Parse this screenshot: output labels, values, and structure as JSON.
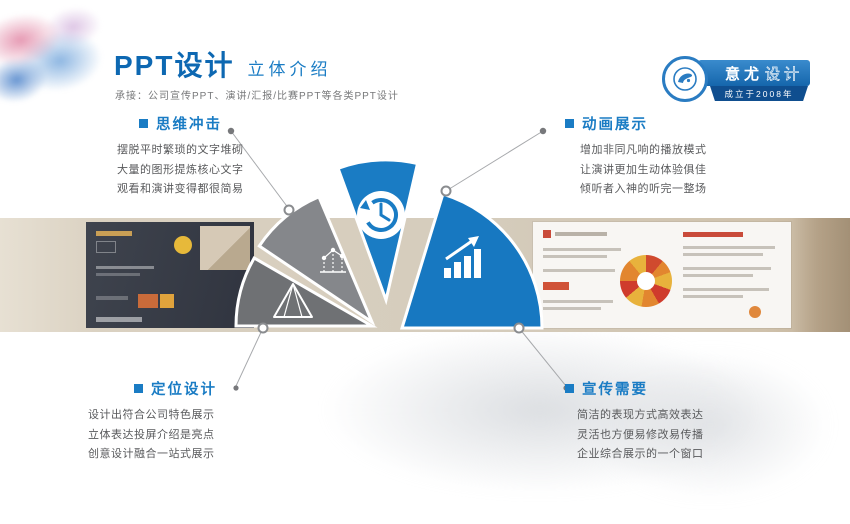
{
  "header": {
    "title": "PPT设计",
    "subtitle": "立体介绍",
    "tagline": "承接：公司宣传PPT、演讲/汇报/比赛PPT等各类PPT设计"
  },
  "badge": {
    "brand_bold": "意尤",
    "brand_light": "设计",
    "since": "成立于2008年"
  },
  "sections": [
    {
      "title": "思维冲击",
      "lines": [
        "摆脱平时繁琐的文字堆砌",
        "大量的图形提炼核心文字",
        "观看和演讲变得都很简易"
      ]
    },
    {
      "title": "动画展示",
      "lines": [
        "增加非同凡响的播放模式",
        "让演讲更加生动体验俱佳",
        "倾听者入神的听完一整场"
      ]
    },
    {
      "title": "定位设计",
      "lines": [
        "设计出符合公司特色展示",
        "立体表达投屏介绍是亮点",
        "创意设计融合一站式展示"
      ]
    },
    {
      "title": "宣传需要",
      "lines": [
        "简洁的表现方式高效表达",
        "灵活也方便易修改易传播",
        "企业综合展示的一个窗口"
      ]
    }
  ],
  "fan": {
    "wedges": [
      {
        "icon": "pyramid-icon",
        "color": "#6f7174"
      },
      {
        "icon": "line-chart-icon",
        "color": "#85878b"
      },
      {
        "icon": "history-clock-icon",
        "color": "#1a7cc4"
      },
      {
        "icon": "bar-growth-icon",
        "color": "#1a7cc4"
      }
    ]
  },
  "colors": {
    "accent": "#1a7cc4",
    "title_blue": "#0d68b2",
    "text_gray": "#595a5c",
    "ribbon_dark": "#0f4e8f",
    "wedge_gray_dark": "#6f7174",
    "wedge_gray_light": "#85878b"
  }
}
